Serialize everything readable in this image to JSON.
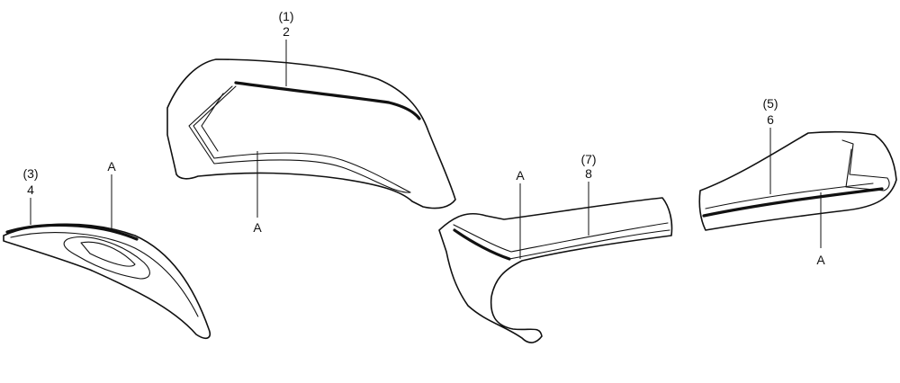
{
  "callouts": {
    "p1_paren": "(1)",
    "p1_num": "2",
    "p1_a": "A",
    "p3_paren": "(3)",
    "p3_num": "4",
    "p3_a": "A",
    "p7_paren": "(7)",
    "p7_num": "8",
    "p7_a": "A",
    "p5_paren": "(5)",
    "p5_num": "6",
    "p5_a": "A"
  }
}
